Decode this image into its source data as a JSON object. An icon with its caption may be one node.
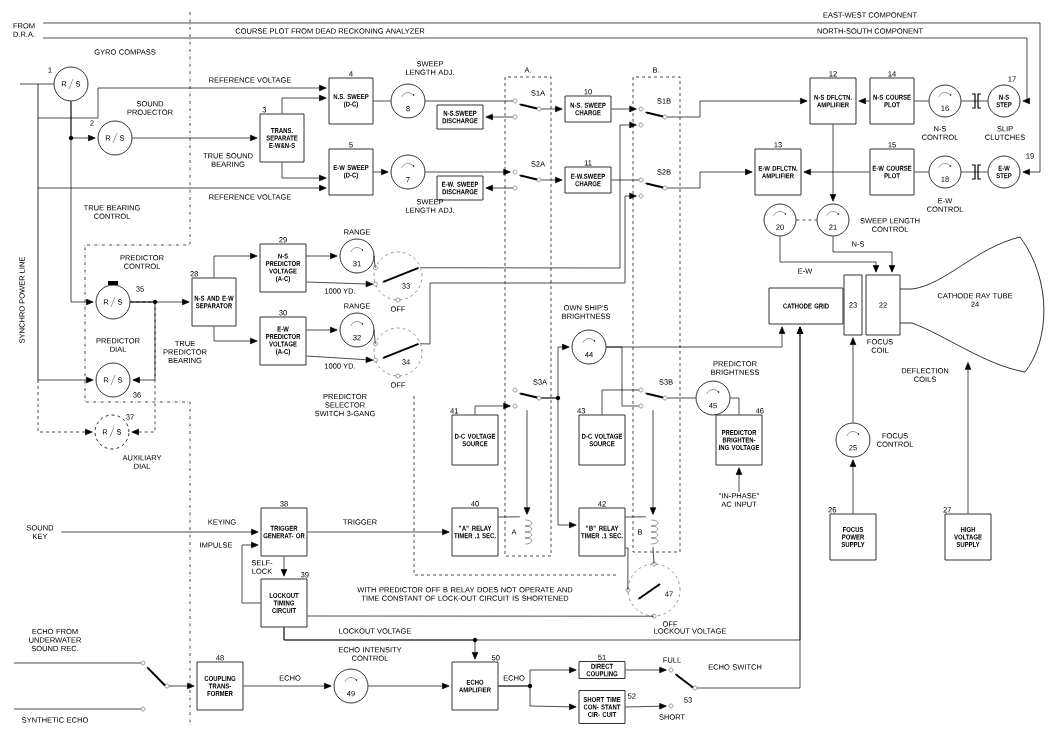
{
  "diagram": {
    "nodes": [
      {
        "text": [
          "4",
          "N.S. SWEEP (D-C)"
        ]
      },
      {
        "text": [
          "3",
          "TRANS. SEPARATE E-W&N-S"
        ]
      },
      {
        "text": [
          "5",
          "E-W SWEEP (D-C)"
        ]
      },
      {
        "text": [
          "N-S.SWEEP DISCHARGE"
        ]
      },
      {
        "text": [
          "10",
          "N-S. SWEEP CHARGE"
        ]
      },
      {
        "text": [
          "E-W. SWEEP DISCHARGE"
        ]
      },
      {
        "text": [
          "11",
          "E-W.SWEEP CHARGE"
        ]
      },
      {
        "text": [
          "12",
          "N-S DFLCTN. AMPLIFIER"
        ]
      },
      {
        "text": [
          "14",
          "N-S COURSE PLOT"
        ]
      },
      {
        "text": [
          "13",
          "E-W DFLCTN. AMPLIFIER"
        ]
      },
      {
        "text": [
          "15",
          "E-W COURSE PLOT"
        ]
      },
      {
        "text": [
          "1",
          "R",
          "S"
        ],
        "beside": [
          "GYRO COMPASS"
        ]
      },
      {
        "text": [
          "2",
          "R",
          "S"
        ],
        "beside": [
          "SOUND PROJECTOR"
        ]
      },
      {
        "text": [
          "8"
        ],
        "beside": [
          "SWEEP LENGTH ADJ."
        ]
      },
      {
        "text": [
          "7"
        ]
      },
      {
        "text": [
          "16"
        ]
      },
      {
        "text": [
          "17",
          "N-S STEP"
        ]
      },
      {
        "text": [
          "18"
        ]
      },
      {
        "text": [
          "19",
          "E-W STEP"
        ]
      },
      {
        "text": [
          "20"
        ]
      },
      {
        "text": [
          "21"
        ]
      },
      {
        "text": [
          "CATHODE GRID"
        ]
      },
      {
        "text": [
          "23"
        ],
        "beside": [
          "FOCUS COIL"
        ]
      },
      {
        "text": [
          "22"
        ]
      },
      {
        "text": [
          "CATHODE RAY TUBE",
          "24"
        ]
      },
      {
        "text": [
          "25"
        ],
        "beside": [
          "FOCUS CONTROL"
        ]
      },
      {
        "text": [
          "26",
          "FOCUS POWER SUPPLY"
        ]
      },
      {
        "text": [
          "27",
          "HIGH VOLTAGE SUPPLY"
        ]
      },
      {
        "text": [
          "28",
          "N-S AND E-W SEPARATOR"
        ]
      },
      {
        "text": [
          "29",
          "N-S PREDICTOR VOLTAGE (A-C)"
        ]
      },
      {
        "text": [
          "30",
          "E-W PREDICTOR VOLTAGE (A-C)"
        ]
      },
      {
        "text": [
          "31"
        ],
        "beside": [
          "RANGE"
        ]
      },
      {
        "text": [
          "32"
        ],
        "beside": [
          "RANGE"
        ]
      },
      {
        "text": [
          "35",
          "R",
          "S"
        ],
        "beside": [
          "PREDICTOR CONTROL"
        ]
      },
      {
        "text": [
          "36",
          "R",
          "S"
        ],
        "beside": [
          "PREDICTOR DIAL"
        ]
      },
      {
        "text": [
          "37",
          "R",
          "S"
        ],
        "beside": [
          "AUXILIARY DIAL"
        ]
      },
      {
        "text": [
          "44"
        ],
        "beside": [
          "OWN SHIP'S BRIGHTNESS"
        ]
      },
      {
        "text": [
          "45"
        ],
        "beside": [
          "PREDICTOR BRIGHTNESS"
        ]
      },
      {
        "text": [
          "46",
          "PREDICTOR BRIGHTEN- ING VOLTAGE"
        ]
      },
      {
        "text": [
          "41",
          "D-C VOLTAGE SOURCE"
        ]
      },
      {
        "text": [
          "43",
          "D-C VOLTAGE SOURCE"
        ]
      },
      {
        "text": [
          "40",
          "\"A\" RELAY TIMER .1 SEC."
        ]
      },
      {
        "text": [
          "42",
          "\"B\" RELAY TIMER .1 SEC."
        ]
      },
      {
        "text": [
          "38",
          "TRIGGER GENERAT- OR"
        ]
      },
      {
        "text": [
          "39",
          "LOCKOUT TIMING CIRCUIT"
        ]
      },
      {
        "text": [
          "48",
          "COUPLING TRANS- FORMER"
        ]
      },
      {
        "text": [
          "49"
        ],
        "beside": [
          "ECHO INTENSITY CONTROL"
        ]
      },
      {
        "text": [
          "50",
          "ECHO AMPLIFIER"
        ]
      },
      {
        "text": [
          "51",
          "DIRECT COUPLING"
        ]
      },
      {
        "text": [
          "52",
          "SHORT TIME CON- STANT CIR- CUIT"
        ]
      },
      {
        "text": [
          "S1A"
        ]
      },
      {
        "text": [
          "S2A"
        ]
      },
      {
        "text": [
          "S1B"
        ]
      },
      {
        "text": [
          "S2B"
        ]
      },
      {
        "text": [
          "S3A"
        ]
      },
      {
        "text": [
          "S3B"
        ]
      },
      {
        "text": [
          "33",
          "OFF"
        ]
      },
      {
        "text": [
          "34",
          "OFF"
        ]
      },
      {
        "text": [
          "47",
          "OFF"
        ]
      },
      {
        "text": [
          "53",
          "FULL",
          "SHORT"
        ],
        "beside": [
          "ECHO SWITCH"
        ]
      },
      {
        "text": [],
        "shape": "switch"
      },
      {
        "text": [
          "A"
        ]
      },
      {
        "text": [
          "B"
        ]
      },
      {
        "text": [
          "FROM D.R.A."
        ]
      },
      {
        "text": [
          "SOUND KEY"
        ]
      },
      {
        "text": [
          "ECHO FROM UNDERWATER SOUND REC."
        ]
      },
      {
        "text": [
          "SYNTHETIC ECHO"
        ]
      },
      {
        "text": [
          "\"IN-PHASE\" AC INPUT"
        ]
      }
    ],
    "edges": [
      {
        "from": 63,
        "to": 18,
        "arrow": "to",
        "label": "EAST-WEST COMPONENT"
      },
      {
        "from": 63,
        "to": 16,
        "arrow": "to",
        "label": "NORTH-SOUTH COMPONENT"
      },
      {
        "from": null,
        "to": 11,
        "arrow": "none"
      },
      {
        "from": 11,
        "to": 12,
        "arrow": "to"
      },
      {
        "from": 11,
        "to": 33,
        "arrow": "to",
        "label": "TRUE BEARING CONTROL"
      },
      {
        "from": 12,
        "to": 1,
        "arrow": "to",
        "label": "TRUE SOUND BEARING"
      },
      {
        "from": null,
        "to": 0,
        "arrow": "to",
        "label": "REFERENCE VOLTAGE"
      },
      {
        "from": 1,
        "to": 0,
        "arrow": "to"
      },
      {
        "from": 1,
        "to": 2,
        "arrow": "to"
      },
      {
        "from": null,
        "to": 2,
        "arrow": "to",
        "label": "REFERENCE VOLTAGE"
      },
      {
        "from": 0,
        "to": 13,
        "arrow": "none"
      },
      {
        "from": 2,
        "to": 14,
        "arrow": "to"
      },
      {
        "from": 13,
        "to": 50,
        "arrow": "none"
      },
      {
        "from": 14,
        "to": 51,
        "arrow": "to"
      },
      {
        "from": 50,
        "to": 3,
        "arrow": "to"
      },
      {
        "from": 50,
        "to": 4,
        "arrow": "to"
      },
      {
        "from": 51,
        "to": 5,
        "arrow": "to"
      },
      {
        "from": 51,
        "to": 6,
        "arrow": "to"
      },
      {
        "from": 4,
        "to": 52,
        "arrow": "to"
      },
      {
        "from": 6,
        "to": 53,
        "arrow": "none"
      },
      {
        "from": 52,
        "to": 7,
        "arrow": "to"
      },
      {
        "from": 53,
        "to": 9,
        "arrow": "to"
      },
      {
        "from": 8,
        "to": 7,
        "arrow": "to"
      },
      {
        "from": 10,
        "to": 9,
        "arrow": "to"
      },
      {
        "from": 15,
        "to": 8,
        "arrow": "none"
      },
      {
        "from": 17,
        "to": 10,
        "arrow": "none"
      },
      {
        "from": 16,
        "to": 15,
        "arrow": "none"
      },
      {
        "from": 18,
        "to": 17,
        "arrow": "none"
      },
      {
        "from": 7,
        "to": 20,
        "arrow": "to"
      },
      {
        "from": 19,
        "to": 20,
        "arrow": "none",
        "style": "dashed"
      },
      {
        "from": 19,
        "to": 23,
        "arrow": "to",
        "label": "E-W"
      },
      {
        "from": 20,
        "to": 23,
        "arrow": "to",
        "label": "N-S"
      },
      {
        "from": 25,
        "to": 22,
        "arrow": "to"
      },
      {
        "from": 26,
        "to": 25,
        "arrow": "to"
      },
      {
        "from": 27,
        "to": 24,
        "arrow": "to"
      },
      {
        "from": 33,
        "to": 28,
        "arrow": "to"
      },
      {
        "from": 33,
        "to": 34,
        "arrow": "to",
        "label": "TRUE PREDICTOR BEARING"
      },
      {
        "from": 33,
        "to": 35,
        "arrow": "to",
        "style": "dashed"
      },
      {
        "from": null,
        "to": 34,
        "arrow": "to"
      },
      {
        "from": null,
        "to": 35,
        "arrow": "to",
        "style": "dashed"
      },
      {
        "from": 28,
        "to": 29,
        "arrow": "to"
      },
      {
        "from": 28,
        "to": 30,
        "arrow": "to"
      },
      {
        "from": 29,
        "to": 31,
        "arrow": "to"
      },
      {
        "from": 29,
        "to": 56,
        "arrow": "to",
        "label": "1000 YD."
      },
      {
        "from": 31,
        "to": 56,
        "arrow": "none"
      },
      {
        "from": 30,
        "to": 32,
        "arrow": "to"
      },
      {
        "from": 30,
        "to": 57,
        "arrow": "to",
        "label": "1000 YD."
      },
      {
        "from": 32,
        "to": 57,
        "arrow": "none"
      },
      {
        "from": 56,
        "to": 52,
        "arrow": "to"
      },
      {
        "from": 57,
        "to": 53,
        "arrow": "to"
      },
      {
        "from": 39,
        "to": 54,
        "arrow": "to"
      },
      {
        "from": 54,
        "to": 36,
        "arrow": "to"
      },
      {
        "from": 54,
        "to": 42,
        "arrow": "to"
      },
      {
        "from": 54,
        "to": 61,
        "arrow": "to"
      },
      {
        "from": 40,
        "to": 55,
        "arrow": "none"
      },
      {
        "from": 55,
        "to": 36,
        "arrow": "none"
      },
      {
        "from": 55,
        "to": 62,
        "arrow": "to"
      },
      {
        "from": 55,
        "to": 37,
        "arrow": "none"
      },
      {
        "from": 38,
        "to": 37,
        "arrow": "none"
      },
      {
        "from": 67,
        "to": 38,
        "arrow": "to"
      },
      {
        "from": 36,
        "to": 21,
        "arrow": "to"
      },
      {
        "from": 64,
        "to": 43,
        "arrow": "to",
        "label": "KEYING"
      },
      {
        "from": 43,
        "to": 41,
        "arrow": "to",
        "label": "TRIGGER"
      },
      {
        "from": 43,
        "to": 44,
        "arrow": "to"
      },
      {
        "from": 44,
        "to": 43,
        "arrow": "to",
        "label": "SELF-LOCK"
      },
      {
        "from": 41,
        "to": 61,
        "arrow": "none"
      },
      {
        "from": 42,
        "to": 62,
        "arrow": "none"
      },
      {
        "from": 44,
        "to": 58,
        "arrow": "none"
      },
      {
        "from": 42,
        "to": 58,
        "arrow": "none"
      },
      {
        "from": 62,
        "to": 58,
        "arrow": "none"
      },
      {
        "from": 44,
        "to": 47,
        "arrow": "to",
        "label": "LOCKOUT VOLTAGE"
      },
      {
        "from": 44,
        "to": 21,
        "arrow": "to",
        "label": "LOCKOUT VOLTAGE"
      },
      {
        "from": 65,
        "to": 60,
        "arrow": "none"
      },
      {
        "from": 66,
        "to": 60,
        "arrow": "none"
      },
      {
        "from": 60,
        "to": 45,
        "arrow": "to"
      },
      {
        "from": 45,
        "to": 46,
        "arrow": "to",
        "label": "ECHO"
      },
      {
        "from": 46,
        "to": 47,
        "arrow": "to"
      },
      {
        "from": 47,
        "to": 48,
        "arrow": "to",
        "label": "ECHO"
      },
      {
        "from": 47,
        "to": 49,
        "arrow": "to"
      },
      {
        "from": 48,
        "to": 59,
        "arrow": "to"
      },
      {
        "from": 49,
        "to": 59,
        "arrow": "to"
      },
      {
        "from": 59,
        "to": 21,
        "arrow": "to"
      }
    ],
    "labels": [
      "COURSE PLOT FROM DEAD RECKONING ANALYZER",
      "A.",
      "B.",
      "N-S CONTROL",
      "SLIP CLUTCHES",
      "SWEEP LENGTH ADJ.",
      "SWEEP LENGTH CONTROL",
      "E-W CONTROL",
      "SYNCHRO POWER LINE",
      "DEFLECTION COILS",
      "PREDICTOR SELECTOR SWITCH 3-GANG",
      "IMPULSE",
      "WITH PREDICTOR OFF B RELAY DOES NOT OPERATE AND TIME CONSTANT OF LOCK-OUT CIRCUIT IS SHORTENED"
    ]
  }
}
